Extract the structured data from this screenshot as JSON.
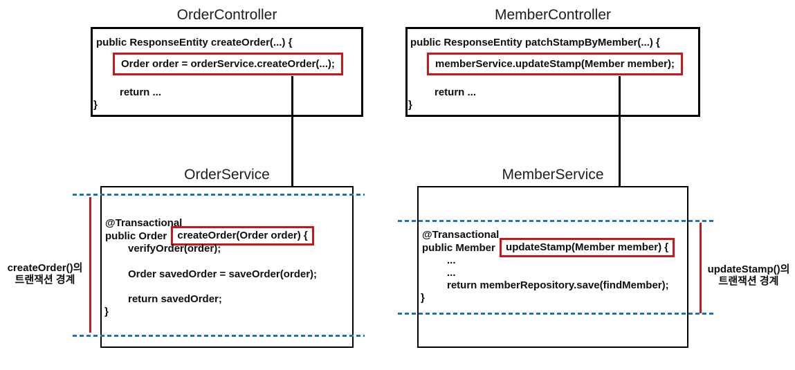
{
  "colors": {
    "red": "#c9161c",
    "blue": "#1b76ad",
    "black": "#000000"
  },
  "order_controller": {
    "title": "OrderController",
    "open": "public ResponseEntity createOrder(...) {",
    "highlight": "Order order = orderService.createOrder(...);",
    "ret": "return ...",
    "close": "}"
  },
  "member_controller": {
    "title": "MemberController",
    "open": "public ResponseEntity patchStampByMember(...) {",
    "highlight": "memberService.updateStamp(Member member);",
    "ret": "return ...",
    "close": "}"
  },
  "order_service": {
    "title": "OrderService",
    "annotation": "@Transactional",
    "sig_prefix": "public Order",
    "sig_highlight": "createOrder(Order order) {",
    "line1": "verifyOrder(order);",
    "line2": "Order savedOrder = saveOrder(order);",
    "line3": "return savedOrder;",
    "close": "}"
  },
  "member_service": {
    "title": "MemberService",
    "annotation": "@Transactional",
    "sig_prefix": "public Member",
    "sig_highlight": "updateStamp(Member member) {",
    "line1": "...",
    "line2": "...",
    "line3": "return memberRepository.save(findMember);",
    "close": "}"
  },
  "boundary_left": {
    "line1": "createOrder()의",
    "line2": "트랜잭션 경계"
  },
  "boundary_right": {
    "line1": "updateStamp()의",
    "line2": "트랜잭션 경계"
  }
}
